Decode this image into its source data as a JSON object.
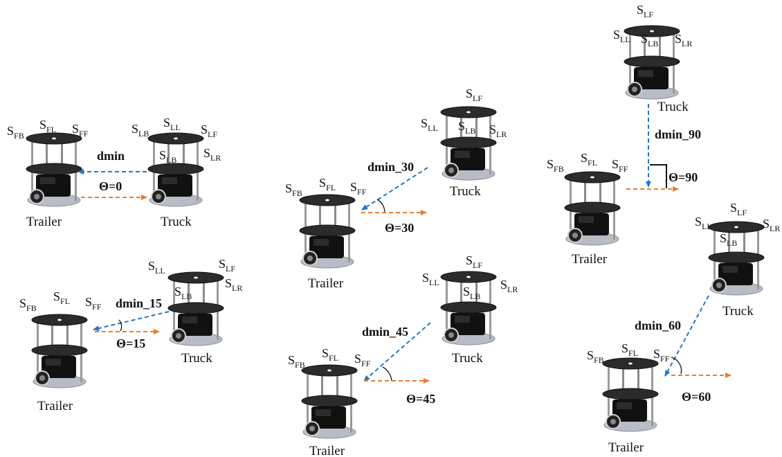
{
  "colors": {
    "distance_arrow": "#1f77c8",
    "heading_arrow": "#ec7c2c",
    "robot_plate": "#2b2b2b",
    "robot_body": "#111111",
    "robot_pole": "#9a9a9a",
    "robot_base": "#b8bcc4"
  },
  "sensor_labels": {
    "S": "S",
    "FB": "FB",
    "FL": "FL",
    "FF": "FF",
    "LB": "LB",
    "LL": "LL",
    "LF": "LF",
    "LR": "LR"
  },
  "captions": {
    "trailer": "Trailer",
    "truck": "Truck"
  },
  "scenarios": [
    {
      "id": "s0",
      "distance": "dmin",
      "angle": "Θ=0"
    },
    {
      "id": "s15",
      "distance": "dmin_15",
      "angle": "Θ=15"
    },
    {
      "id": "s30",
      "distance": "dmin_30",
      "angle": "Θ=30"
    },
    {
      "id": "s45",
      "distance": "dmin_45",
      "angle": "Θ=45"
    },
    {
      "id": "s90",
      "distance": "dmin_90",
      "angle": "Θ=90"
    },
    {
      "id": "s60",
      "distance": "dmin_60",
      "angle": "Θ=60"
    }
  ]
}
